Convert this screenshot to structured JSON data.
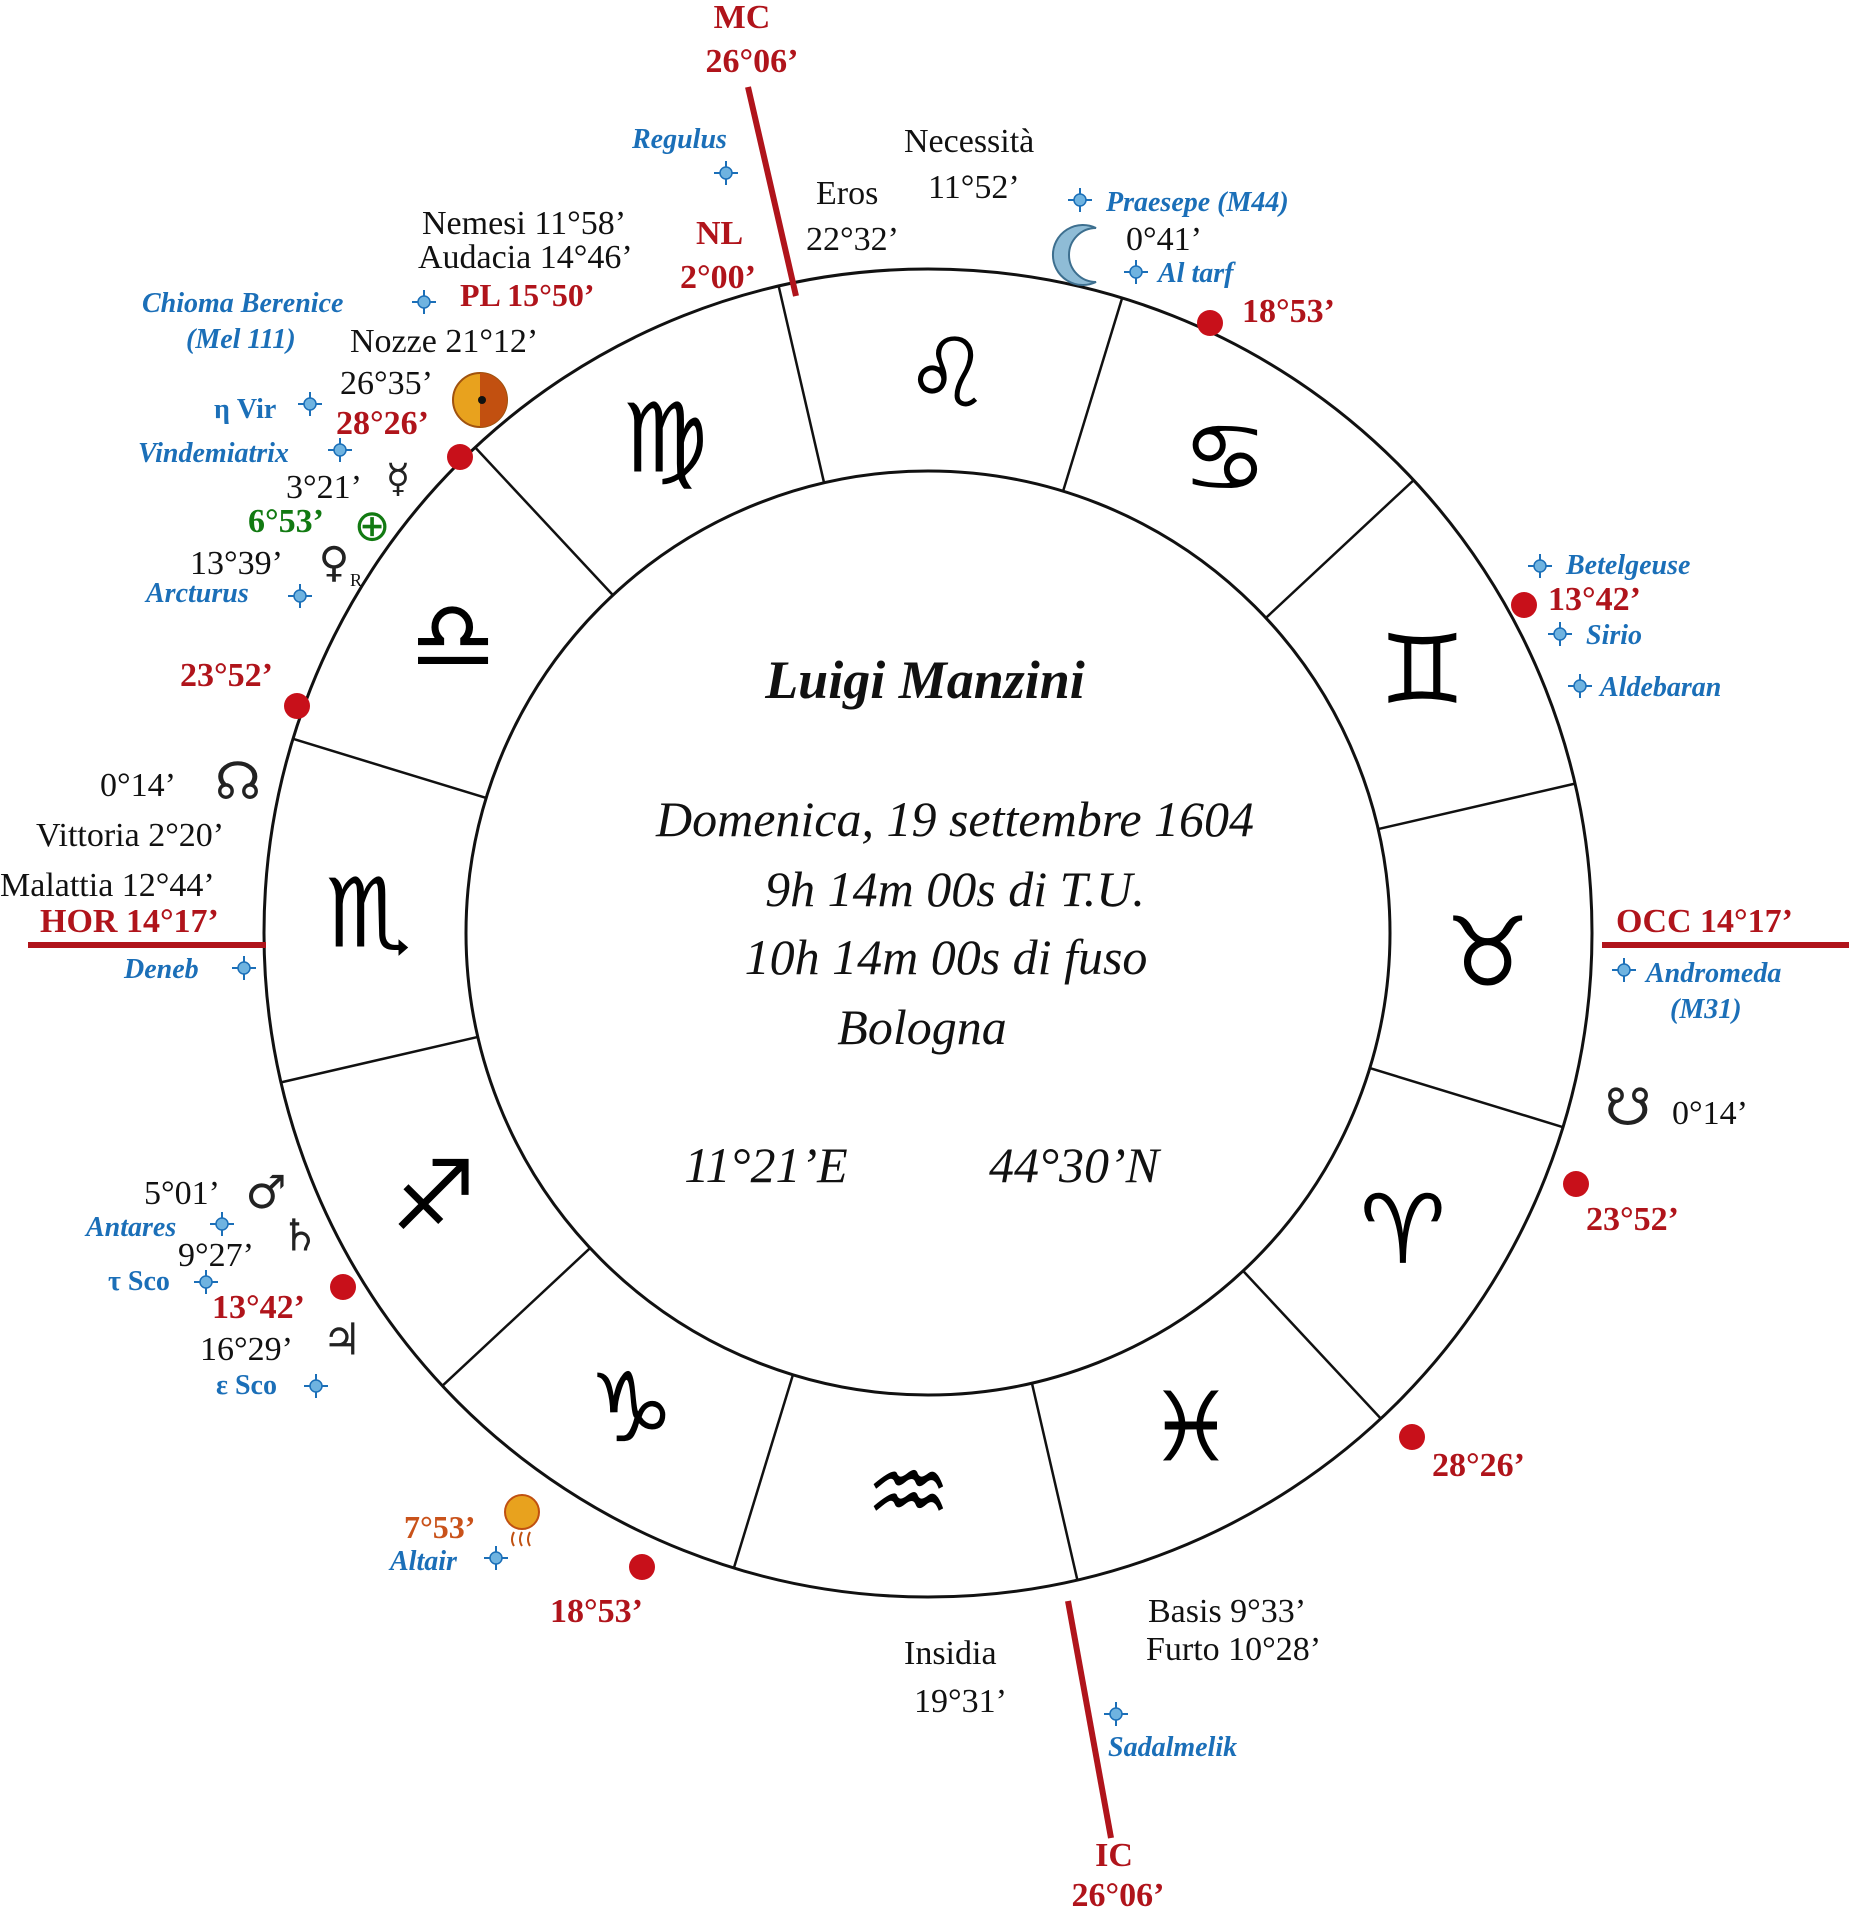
{
  "center": {
    "name": "Luigi Manzini",
    "date": "Domenica, 19 settembre 1604",
    "ut": "9h 14m 00s di T.U.",
    "local": "10h 14m 00s di fuso",
    "city": "Bologna",
    "lon": "11°21’E",
    "lat": "44°30’N"
  },
  "colors": {
    "red": "#b0141b",
    "blue": "#1b6fb8",
    "green": "#127a12",
    "orange": "#c9521a"
  },
  "signs": [
    {
      "name": "leo",
      "glyph": "♌"
    },
    {
      "name": "cancer",
      "glyph": "♋"
    },
    {
      "name": "gemini",
      "glyph": "♊"
    },
    {
      "name": "taurus",
      "glyph": "♉"
    },
    {
      "name": "aries",
      "glyph": "♈"
    },
    {
      "name": "pisces",
      "glyph": "♓"
    },
    {
      "name": "aquarius",
      "glyph": "♒"
    },
    {
      "name": "capricorn",
      "glyph": "♑"
    },
    {
      "name": "sagittarius",
      "glyph": "♐"
    },
    {
      "name": "scorpio",
      "glyph": "♏"
    },
    {
      "name": "libra",
      "glyph": "♎"
    },
    {
      "name": "virgo",
      "glyph": "♍"
    }
  ],
  "axes": {
    "mc": {
      "title": "MC",
      "deg": "26°06’"
    },
    "ic": {
      "title": "IC",
      "deg": "26°06’"
    },
    "hor": "HOR 14°17’",
    "occ": "OCC 14°17’"
  },
  "cusps": [
    {
      "id": "cusp-18-53-top",
      "text": "18°53’"
    },
    {
      "id": "cusp-13-42-right",
      "text": "13°42’"
    },
    {
      "id": "cusp-23-52-right",
      "text": "23°52’"
    },
    {
      "id": "cusp-28-26-right",
      "text": "28°26’"
    },
    {
      "id": "cusp-18-53-bottom",
      "text": "18°53’"
    },
    {
      "id": "cusp-13-42-left",
      "text": "13°42’"
    },
    {
      "id": "cusp-23-52-left",
      "text": "23°52’"
    },
    {
      "id": "cusp-28-26-left",
      "text": "28°26’"
    }
  ],
  "stars": {
    "regulus": "Regulus",
    "praesepe": "Praesepe (M44)",
    "altarf": "Al tarf",
    "chioma1": "Chioma Berenice",
    "chioma2": "(Mel 111)",
    "etavir": "η Vir",
    "vindemiatrix": "Vindemiatrix",
    "arcturus": "Arcturus",
    "betelgeuse": "Betelgeuse",
    "sirio": "Sirio",
    "aldebaran": "Aldebaran",
    "andromeda1": "Andromeda",
    "andromeda2": "(M31)",
    "deneb": "Deneb",
    "antares": "Antares",
    "tausco": "τ Sco",
    "epssco": "ε Sco",
    "altair": "Altair",
    "sadalmelik": "Sadalmelik"
  },
  "labels": {
    "necessita": "Necessità",
    "necessita_deg": "11°52’",
    "eros": "Eros",
    "eros_deg": "22°32’",
    "nemesi": "Nemesi 11°58’",
    "audacia": "Audacia 14°46’",
    "nl": "NL",
    "nl_deg": "2°00’",
    "pl": "PL 15°50’",
    "nozze": "Nozze 21°12’",
    "moon_deg": "0°41’",
    "sun_deg": "26°35’",
    "mercury_deg": "3°21’",
    "earth_deg": "6°53’",
    "venus_deg": "13°39’",
    "node_north_deg": "0°14’",
    "vittoria": "Vittoria 2°20’",
    "malattia": "Malattia 12°44’",
    "node_south_deg": "0°14’",
    "mars_deg": "5°01’",
    "saturn_deg": "9°27’",
    "jupiter_deg": "16°29’",
    "comet_deg": "7°53’",
    "basis": "Basis  9°33’",
    "furto": "Furto 10°28’",
    "insidia": "Insidia",
    "insidia_deg": "19°31’",
    "retro": "R"
  },
  "glyphs": {
    "mercury": "☿",
    "venus": "♀",
    "mars": "♂",
    "saturn": "♄",
    "jupiter": "♃",
    "north_node": "☊",
    "south_node": "☋",
    "earth": "⊕"
  }
}
